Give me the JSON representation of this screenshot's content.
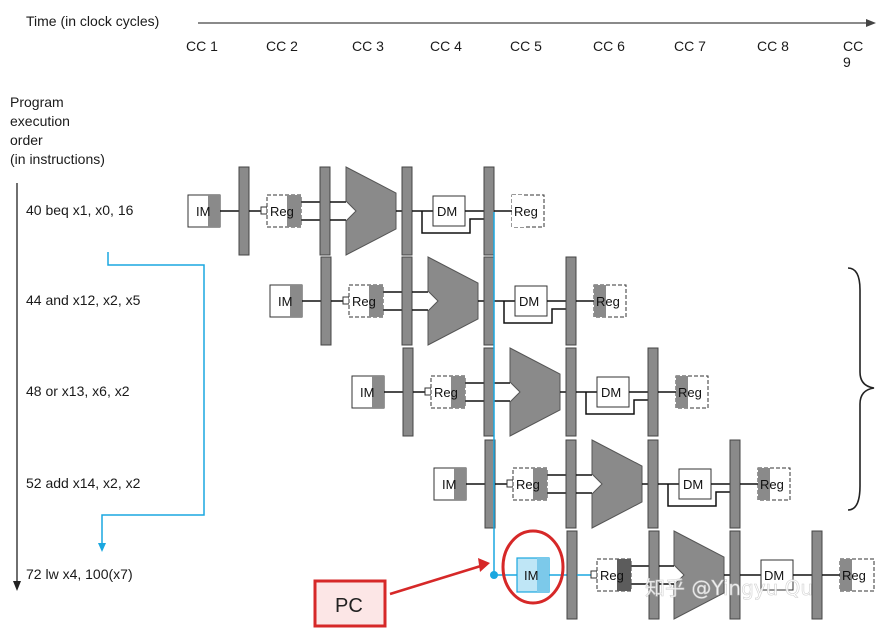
{
  "header": {
    "time_label": "Time (in clock cycles)",
    "clock_cycles": [
      "CC 1",
      "CC 2",
      "CC 3",
      "CC 4",
      "CC 5",
      "CC 6",
      "CC 7",
      "CC 8",
      "CC 9"
    ]
  },
  "order_label": [
    "Program",
    "execution",
    "order",
    "(in instructions)"
  ],
  "instructions": [
    "40 beq x1, x0, 16",
    "44 and x12, x2, x5",
    "48 or x13, x6, x2",
    "52 add x14, x2, x2",
    "72 lw x4, 100(x7)"
  ],
  "stage_labels": {
    "im": "IM",
    "reg": "Reg",
    "dm": "DM"
  },
  "callout": {
    "label": "PC",
    "border_color": "#d62828",
    "highlight_color": "#1aa7e0"
  },
  "watermark": "知乎 @Yingyu Qu"
}
